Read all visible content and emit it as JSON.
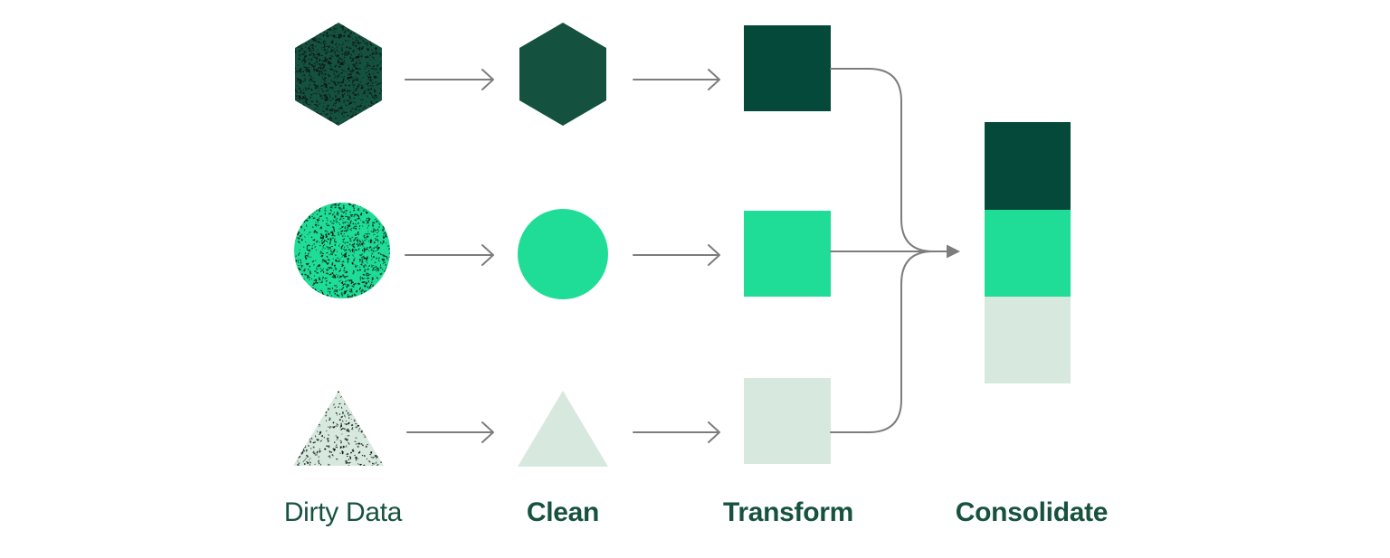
{
  "diagram": {
    "stage_labels": {
      "dirty": "Dirty Data",
      "clean": "Clean",
      "transform": "Transform",
      "consolidate": "Consolidate"
    },
    "flow": {
      "stages": [
        "Dirty Data",
        "Clean",
        "Transform",
        "Consolidate"
      ],
      "rows": [
        "hexagon",
        "circle",
        "triangle"
      ],
      "consolidated_stack_order": [
        "dark-green",
        "bright-green",
        "pale-green"
      ]
    },
    "colors": {
      "hexagon_dark_green": "#14523F",
      "square_dark_green": "#05493A",
      "bright_green": "#1FDD96",
      "pale_green": "#D7E9DE",
      "arrow_gray": "#7D7D7D",
      "label_green": "#16523F",
      "speck_black": "#0D100E"
    }
  }
}
